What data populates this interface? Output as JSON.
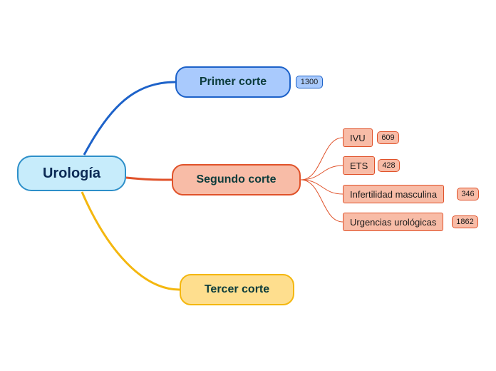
{
  "root": {
    "label": "Urología"
  },
  "branches": [
    {
      "label": "Primer corte",
      "count": "1300",
      "color": "#1d62c9"
    },
    {
      "label": "Segundo corte",
      "color": "#e0522a",
      "children": [
        {
          "label": "IVU",
          "count": "609"
        },
        {
          "label": "ETS",
          "count": "428"
        },
        {
          "label": "Infertilidad masculina",
          "count": "346"
        },
        {
          "label": "Urgencias urológicas",
          "count": "1862"
        }
      ]
    },
    {
      "label": "Tercer corte",
      "color": "#f4b70f"
    }
  ]
}
